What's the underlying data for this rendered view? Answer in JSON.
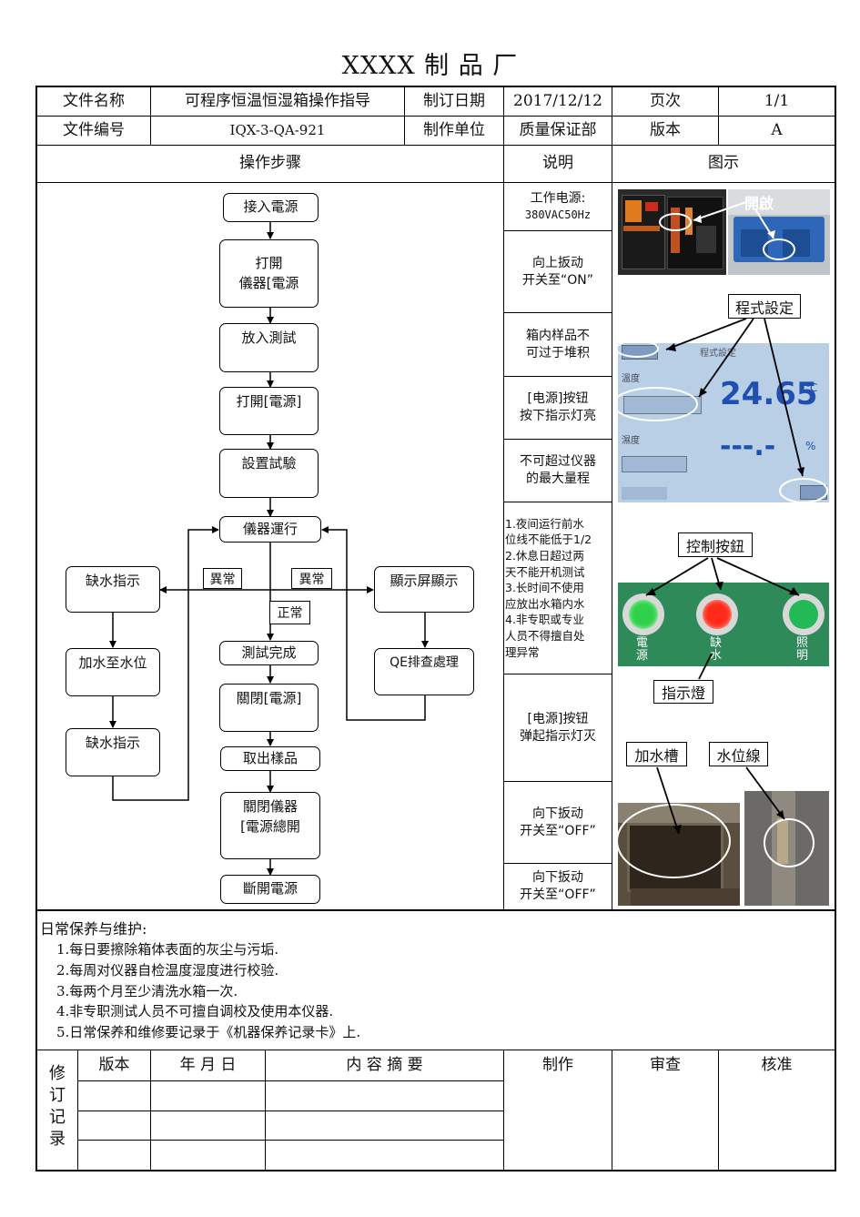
{
  "factory_title": "XXXX 制 品 厂",
  "header": {
    "doc_name_label": "文件名称",
    "doc_name": "可程序恒温恒湿箱操作指导",
    "revise_date_label": "制订日期",
    "revise_date": "2017/12/12",
    "page_label": "页次",
    "page": "1/1",
    "doc_no_label": "文件编号",
    "doc_no": "IQX-3-QA-921",
    "unit_label": "制作单位",
    "unit": "质量保证部",
    "version_label": "版本",
    "version": "A"
  },
  "columns": {
    "steps": "操作步骤",
    "desc": "说明",
    "figure": "图示"
  },
  "flow": {
    "step1": "接入電源",
    "step2": [
      "打開",
      "儀器[電源"
    ],
    "step3": "放入測試",
    "step4": "打開[電源]",
    "step5": "設置試驗",
    "step6": "儀器運行",
    "step7": "測試完成",
    "step8": "關閉[電源]",
    "step9": "取出樣品",
    "step10": [
      "關閉儀器",
      "[電源總開"
    ],
    "step11": "斷開電源",
    "left1": "缺水指示",
    "left2": "加水至水位",
    "left3": "缺水指示",
    "right1": "顯示屏顯示",
    "right2": "QE排查處理",
    "abnormal_left": "異常",
    "abnormal_right": "異常",
    "normal": "正常"
  },
  "descriptions": [
    [
      "工作电源:",
      "380VAC50Hz"
    ],
    [
      "向上扳动",
      "开关至“ON”"
    ],
    [
      "箱内样品不",
      "可过于堆积"
    ],
    [
      "[电源]按钮",
      "按下指示灯亮"
    ],
    [
      "不可超过仪器",
      "的最大量程"
    ],
    [
      "1.夜间运行前水",
      "位线不能低于1/2",
      "2.休息日超过两",
      "天不能开机测试",
      "3.长时间不使用",
      "应放出水箱内水",
      "4.非专职或专业",
      "人员不得擅自处",
      "理异常"
    ],
    [
      "[电源]按钮",
      "弹起指示灯灭"
    ],
    [
      "向下扳动",
      "开关至“OFF”"
    ],
    [
      "向下扳动",
      "开关至“OFF”"
    ]
  ],
  "figures": {
    "open_label": "開啟",
    "program_label": "程式設定",
    "temp_value": "24.65",
    "temp_unit": "℃",
    "humid_value": "---.-",
    "humid_unit": "%",
    "control_label": "控制按鈕",
    "indicator_label": "指示燈",
    "light_power": "電源",
    "light_water": "缺水",
    "light_lamp": "照明",
    "tank_label": "加水槽",
    "water_line_label": "水位線"
  },
  "maintenance": {
    "title": "日常保养与维护:",
    "items": [
      "1.每日要擦除箱体表面的灰尘与污垢.",
      "2.每周对仪器自检温度湿度进行校验.",
      "3.每两个月至少清洗水箱一次.",
      "4.非专职测试人员不可擅自调校及使用本仪器.",
      "5.日常保养和维修要记录于《机器保养记录卡》上."
    ]
  },
  "revision": {
    "side_label": [
      "修",
      "订",
      "记",
      "录"
    ],
    "version": "版本",
    "date": "年 月 日",
    "summary": "内 容 摘 要",
    "made": "制作",
    "review": "审查",
    "approve": "核准"
  },
  "colors": {
    "green_light": "#2fd14a",
    "red_light": "#ff2a1a",
    "lcd_bg": "#b9cfe6",
    "lcd_digits": "#1f4fb0"
  }
}
